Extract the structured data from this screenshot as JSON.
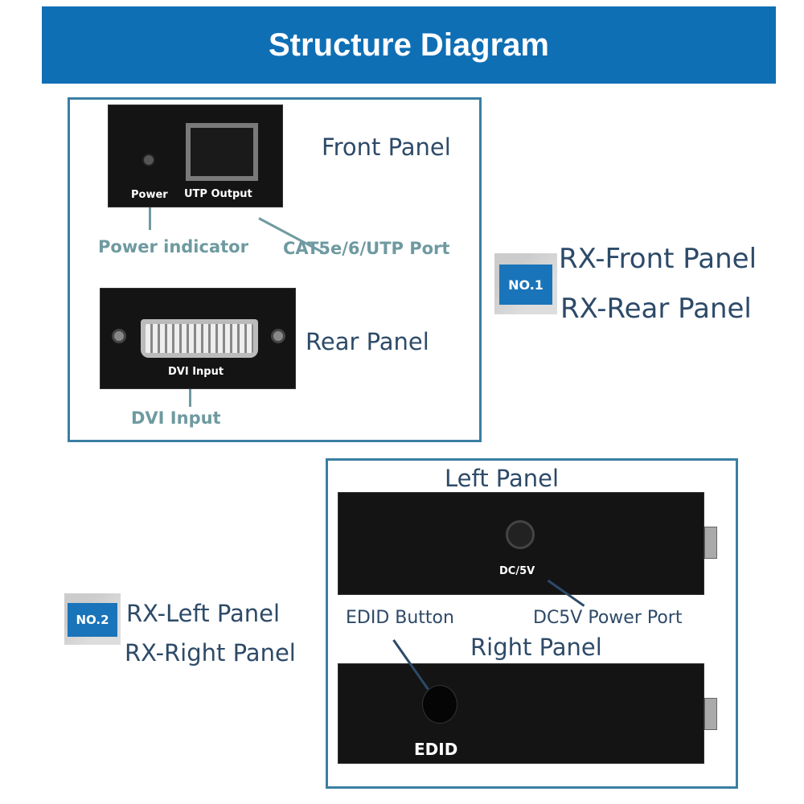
{
  "header": {
    "title": "Structure Diagram"
  },
  "section1": {
    "badge": "NO.1",
    "titles": [
      "RX-Front Panel",
      "RX-Rear Panel"
    ],
    "front": {
      "heading": "Front Panel",
      "device_labels": [
        "Power",
        "UTP Output"
      ],
      "callouts": [
        "Power indicator",
        "CAT5e/6/UTP Port"
      ]
    },
    "rear": {
      "heading": "Rear Panel",
      "device_label": "DVI Input",
      "callout": "DVI Input"
    }
  },
  "section2": {
    "badge": "NO.2",
    "titles": [
      "RX-Left Panel",
      "RX-Right Panel"
    ],
    "left": {
      "heading": "Left Panel",
      "device_label": "DC/5V",
      "callout": "DC5V Power Port"
    },
    "right": {
      "heading": "Right Panel",
      "device_label": "EDID",
      "callout": "EDID Button"
    }
  },
  "colors": {
    "header": "#0f6fb5",
    "text": "#2d4a68",
    "callout": "#6e9aa0",
    "frame": "#3a7fa3"
  }
}
